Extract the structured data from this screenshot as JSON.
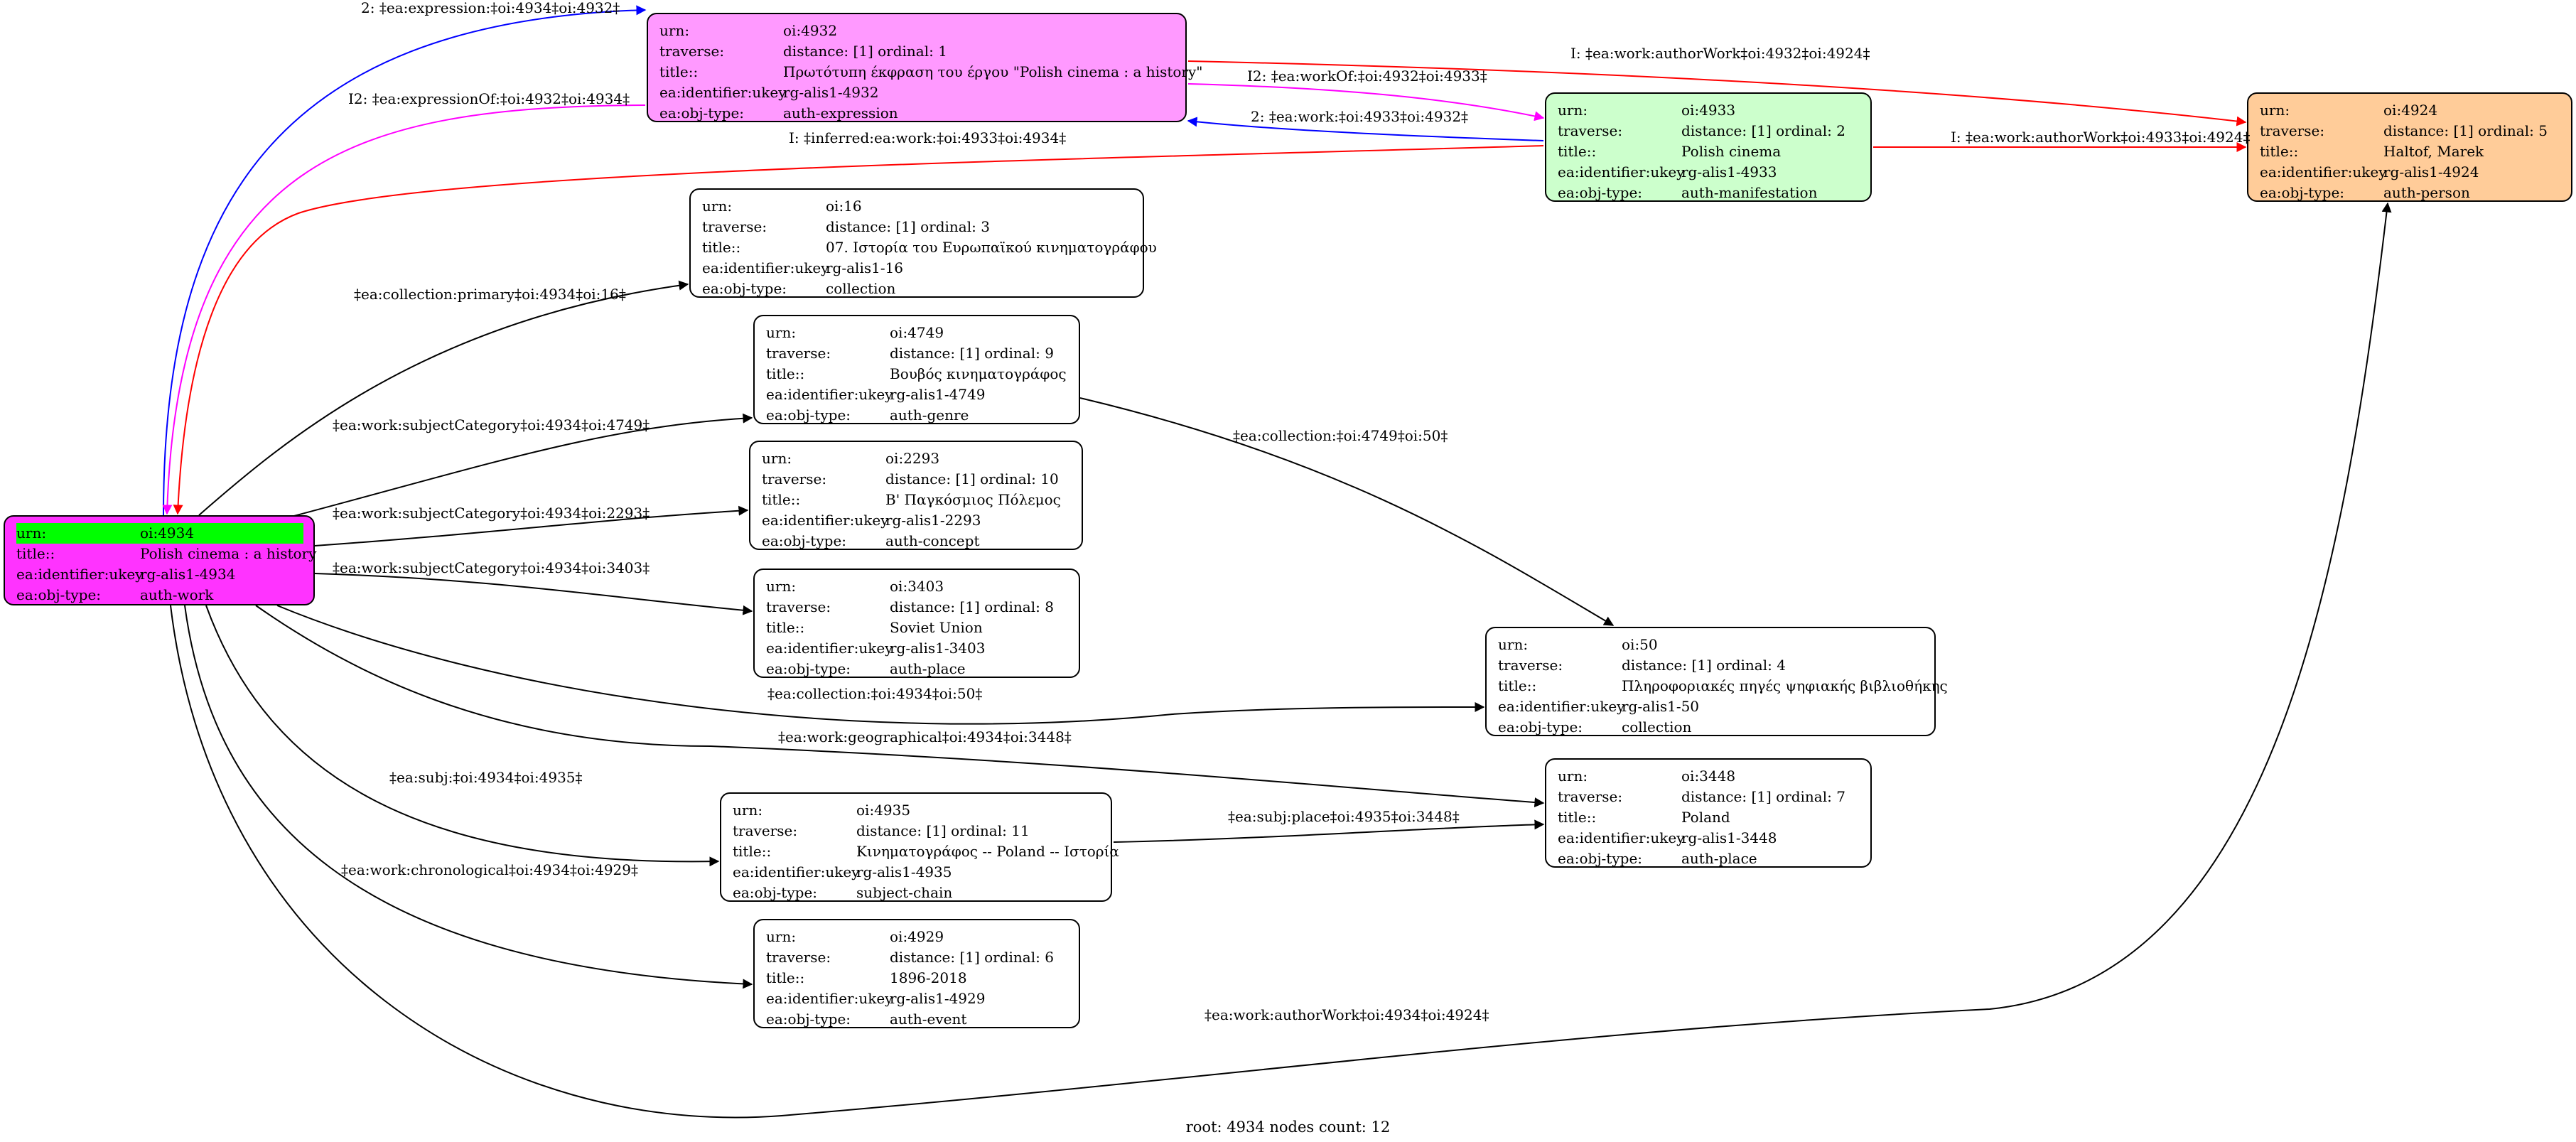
{
  "nodes": [
    {
      "id": "n4934",
      "fill": "#ff33ff",
      "rows": [
        {
          "k": "urn:",
          "v": "oi:4934",
          "hl": true
        },
        {
          "k": "title::",
          "v": "Polish cinema : a history"
        },
        {
          "k": "ea:identifier:ukey",
          "v": "rg-alis1-4934"
        },
        {
          "k": "ea:obj-type:",
          "v": "auth-work"
        }
      ]
    },
    {
      "id": "n4932",
      "fill": "#ff99ff",
      "rows": [
        {
          "k": "urn:",
          "v": "oi:4932"
        },
        {
          "k": "traverse:",
          "v": "distance: [1]     ordinal: 1"
        },
        {
          "k": "title::",
          "v": "Πρωτότυπη έκφραση του έργου \"Polish cinema : a history\""
        },
        {
          "k": "ea:identifier:ukey",
          "v": "rg-alis1-4932"
        },
        {
          "k": "ea:obj-type:",
          "v": "auth-expression"
        }
      ]
    },
    {
      "id": "n4933",
      "fill": "#ccffcc",
      "rows": [
        {
          "k": "urn:",
          "v": "oi:4933"
        },
        {
          "k": "traverse:",
          "v": "distance: [1]     ordinal: 2"
        },
        {
          "k": "title::",
          "v": "Polish cinema"
        },
        {
          "k": "ea:identifier:ukey",
          "v": "rg-alis1-4933"
        },
        {
          "k": "ea:obj-type:",
          "v": "auth-manifestation"
        }
      ]
    },
    {
      "id": "n4924",
      "fill": "#ffcc99",
      "rows": [
        {
          "k": "urn:",
          "v": "oi:4924"
        },
        {
          "k": "traverse:",
          "v": "distance: [1]     ordinal: 5"
        },
        {
          "k": "title::",
          "v": "Haltof, Marek"
        },
        {
          "k": "ea:identifier:ukey",
          "v": "rg-alis1-4924"
        },
        {
          "k": "ea:obj-type:",
          "v": "auth-person"
        }
      ]
    },
    {
      "id": "n16",
      "fill": "#ffffff",
      "rows": [
        {
          "k": "urn:",
          "v": "oi:16"
        },
        {
          "k": "traverse:",
          "v": "distance: [1]     ordinal: 3"
        },
        {
          "k": "title::",
          "v": "07. Ιστορία του Ευρωπαϊκού κινηματογράφου"
        },
        {
          "k": "ea:identifier:ukey",
          "v": "rg-alis1-16"
        },
        {
          "k": "ea:obj-type:",
          "v": "collection"
        }
      ]
    },
    {
      "id": "n4749",
      "fill": "#ffffff",
      "rows": [
        {
          "k": "urn:",
          "v": "oi:4749"
        },
        {
          "k": "traverse:",
          "v": "distance: [1]     ordinal: 9"
        },
        {
          "k": "title::",
          "v": "Βουβός κινηματογράφος"
        },
        {
          "k": "ea:identifier:ukey",
          "v": "rg-alis1-4749"
        },
        {
          "k": "ea:obj-type:",
          "v": "auth-genre"
        }
      ]
    },
    {
      "id": "n2293",
      "fill": "#ffffff",
      "rows": [
        {
          "k": "urn:",
          "v": "oi:2293"
        },
        {
          "k": "traverse:",
          "v": "distance: [1]     ordinal: 10"
        },
        {
          "k": "title::",
          "v": "Β' Παγκόσμιος Πόλεμος"
        },
        {
          "k": "ea:identifier:ukey",
          "v": "rg-alis1-2293"
        },
        {
          "k": "ea:obj-type:",
          "v": "auth-concept"
        }
      ]
    },
    {
      "id": "n3403",
      "fill": "#ffffff",
      "rows": [
        {
          "k": "urn:",
          "v": "oi:3403"
        },
        {
          "k": "traverse:",
          "v": "distance: [1]     ordinal: 8"
        },
        {
          "k": "title::",
          "v": "Soviet Union"
        },
        {
          "k": "ea:identifier:ukey",
          "v": "rg-alis1-3403"
        },
        {
          "k": "ea:obj-type:",
          "v": "auth-place"
        }
      ]
    },
    {
      "id": "n50",
      "fill": "#ffffff",
      "rows": [
        {
          "k": "urn:",
          "v": "oi:50"
        },
        {
          "k": "traverse:",
          "v": "distance: [1]     ordinal: 4"
        },
        {
          "k": "title::",
          "v": "Πληροφοριακές πηγές ψηφιακής βιβλιοθήκης"
        },
        {
          "k": "ea:identifier:ukey",
          "v": "rg-alis1-50"
        },
        {
          "k": "ea:obj-type:",
          "v": "collection"
        }
      ]
    },
    {
      "id": "n3448",
      "fill": "#ffffff",
      "rows": [
        {
          "k": "urn:",
          "v": "oi:3448"
        },
        {
          "k": "traverse:",
          "v": "distance: [1]     ordinal: 7"
        },
        {
          "k": "title::",
          "v": "Poland"
        },
        {
          "k": "ea:identifier:ukey",
          "v": "rg-alis1-3448"
        },
        {
          "k": "ea:obj-type:",
          "v": "auth-place"
        }
      ]
    },
    {
      "id": "n4935",
      "fill": "#ffffff",
      "rows": [
        {
          "k": "urn:",
          "v": "oi:4935"
        },
        {
          "k": "traverse:",
          "v": "distance: [1]     ordinal: 11"
        },
        {
          "k": "title::",
          "v": "Κινηματογράφος -- Poland -- Ιστορία"
        },
        {
          "k": "ea:identifier:ukey",
          "v": "rg-alis1-4935"
        },
        {
          "k": "ea:obj-type:",
          "v": "subject-chain"
        }
      ]
    },
    {
      "id": "n4929",
      "fill": "#ffffff",
      "rows": [
        {
          "k": "urn:",
          "v": "oi:4929"
        },
        {
          "k": "traverse:",
          "v": "distance: [1]     ordinal: 6"
        },
        {
          "k": "title::",
          "v": "1896-2018"
        },
        {
          "k": "ea:identifier:ukey",
          "v": "rg-alis1-4929"
        },
        {
          "k": "ea:obj-type:",
          "v": "auth-event"
        }
      ]
    }
  ],
  "edges": [
    {
      "id": "e1",
      "label": "2: ‡ea:expression:‡oi:4934‡oi:4932‡",
      "color": "#0000ff"
    },
    {
      "id": "e2",
      "label": "I2: ‡ea:expressionOf:‡oi:4932‡oi:4934‡",
      "color": "#ff00ff"
    },
    {
      "id": "e3",
      "label": "I: ‡ea:work:authorWork‡oi:4932‡oi:4924‡",
      "color": "#ff0000"
    },
    {
      "id": "e4",
      "label": "I2: ‡ea:workOf:‡oi:4932‡oi:4933‡",
      "color": "#ff00ff"
    },
    {
      "id": "e5",
      "label": "2: ‡ea:work:‡oi:4933‡oi:4932‡",
      "color": "#0000ff"
    },
    {
      "id": "e6",
      "label": "I: ‡ea:work:authorWork‡oi:4933‡oi:4924‡",
      "color": "#ff0000"
    },
    {
      "id": "e7",
      "label": "I: ‡inferred:ea:work:‡oi:4933‡oi:4934‡",
      "color": "#ff0000"
    },
    {
      "id": "e8",
      "label": "‡ea:collection:primary‡oi:4934‡oi:16‡",
      "color": "#000000"
    },
    {
      "id": "e9",
      "label": "‡ea:work:subjectCategory‡oi:4934‡oi:4749‡",
      "color": "#000000"
    },
    {
      "id": "e10",
      "label": "‡ea:collection:‡oi:4749‡oi:50‡",
      "color": "#000000"
    },
    {
      "id": "e11",
      "label": "‡ea:work:subjectCategory‡oi:4934‡oi:2293‡",
      "color": "#000000"
    },
    {
      "id": "e12",
      "label": "‡ea:work:subjectCategory‡oi:4934‡oi:3403‡",
      "color": "#000000"
    },
    {
      "id": "e13",
      "label": "‡ea:collection:‡oi:4934‡oi:50‡",
      "color": "#000000"
    },
    {
      "id": "e14",
      "label": "‡ea:work:geographical‡oi:4934‡oi:3448‡",
      "color": "#000000"
    },
    {
      "id": "e15",
      "label": "‡ea:subj:‡oi:4934‡oi:4935‡",
      "color": "#000000"
    },
    {
      "id": "e16",
      "label": "‡ea:subj:place‡oi:4935‡oi:3448‡",
      "color": "#000000"
    },
    {
      "id": "e17",
      "label": "‡ea:work:chronological‡oi:4934‡oi:4929‡",
      "color": "#000000"
    },
    {
      "id": "e18",
      "label": "‡ea:work:authorWork‡oi:4934‡oi:4924‡",
      "color": "#000000"
    }
  ],
  "footer": "root: 4934 nodes count: 12"
}
